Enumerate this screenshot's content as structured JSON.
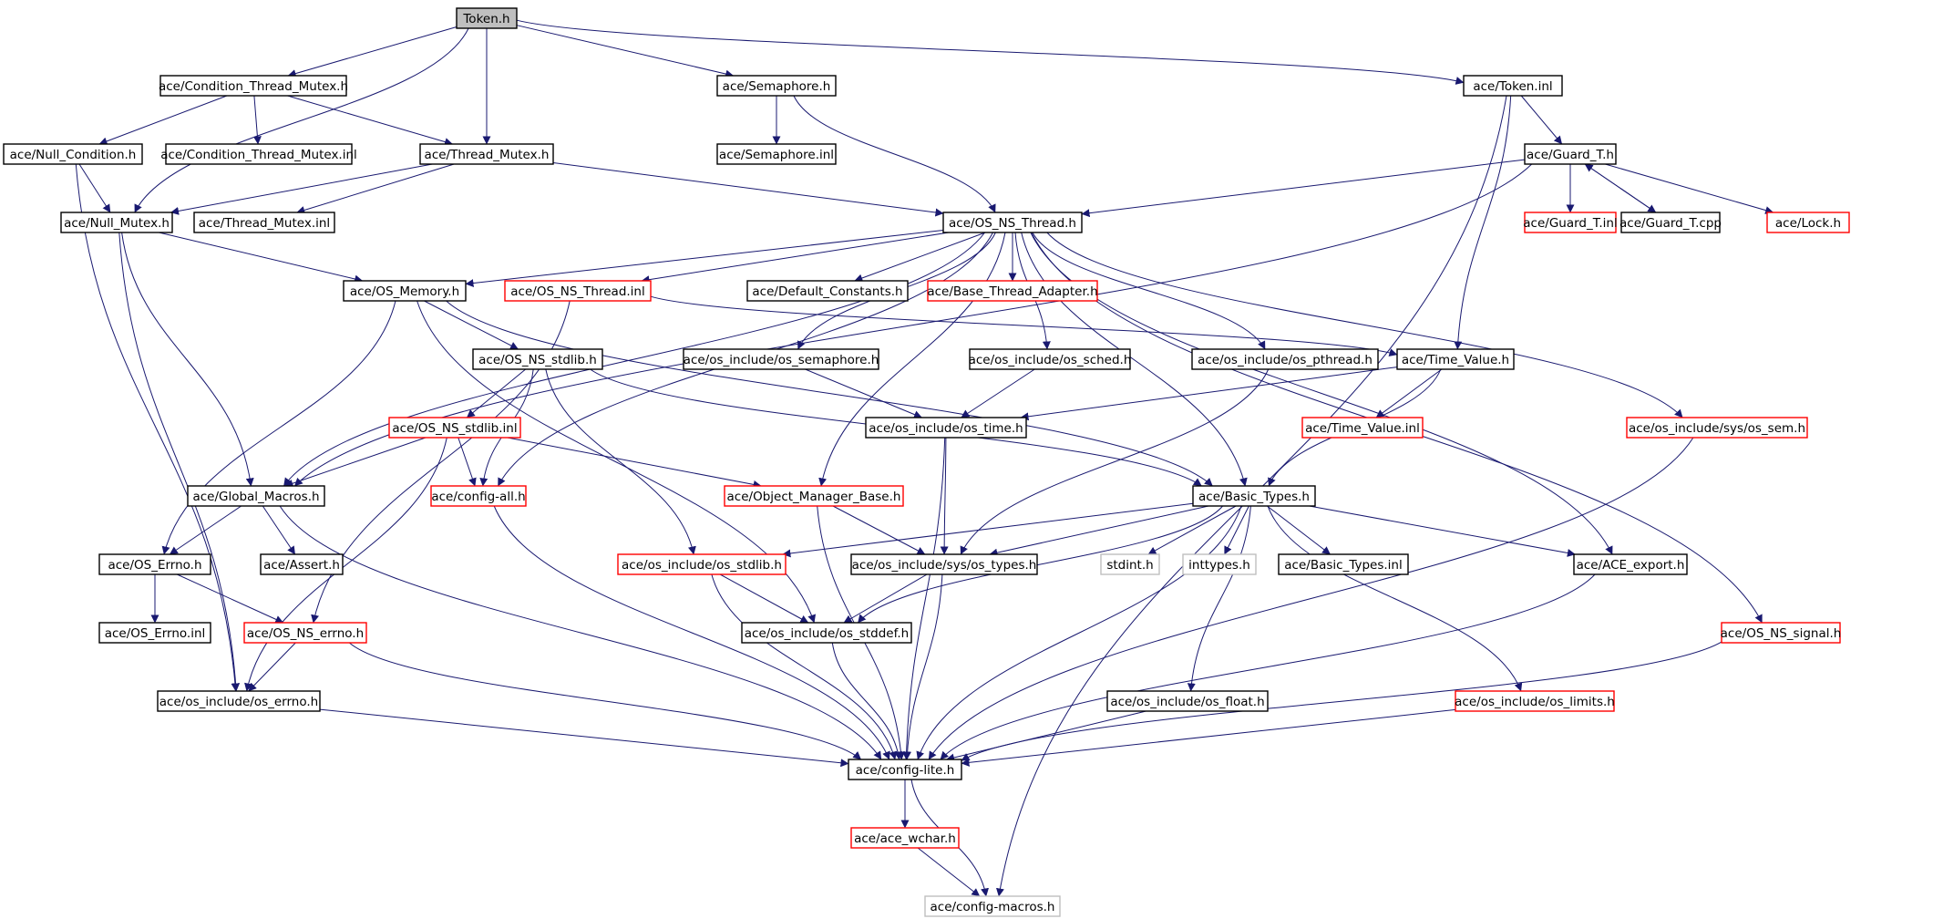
{
  "diagram": {
    "title": "",
    "colors": {
      "edge": "#191970",
      "root_fill": "#bfbfbf",
      "normal_border": "#000000",
      "red_border": "#ff0000",
      "gray_border": "#bfbfbf",
      "fill": "#ffffff"
    },
    "nodes": [
      {
        "id": "token_h",
        "label": "Token.h",
        "style": "root"
      },
      {
        "id": "cond_thread_mutex_h",
        "label": "ace/Condition_Thread_Mutex.h",
        "style": "normal"
      },
      {
        "id": "semaphore_h",
        "label": "ace/Semaphore.h",
        "style": "normal"
      },
      {
        "id": "token_inl",
        "label": "ace/Token.inl",
        "style": "normal"
      },
      {
        "id": "null_condition_h",
        "label": "ace/Null_Condition.h",
        "style": "normal"
      },
      {
        "id": "cond_thread_mutex_inl",
        "label": "ace/Condition_Thread_Mutex.inl",
        "style": "normal"
      },
      {
        "id": "thread_mutex_h",
        "label": "ace/Thread_Mutex.h",
        "style": "normal"
      },
      {
        "id": "semaphore_inl",
        "label": "ace/Semaphore.inl",
        "style": "normal"
      },
      {
        "id": "guard_t_h",
        "label": "ace/Guard_T.h",
        "style": "normal"
      },
      {
        "id": "null_mutex_h",
        "label": "ace/Null_Mutex.h",
        "style": "normal"
      },
      {
        "id": "thread_mutex_inl",
        "label": "ace/Thread_Mutex.inl",
        "style": "normal"
      },
      {
        "id": "os_ns_thread_h",
        "label": "ace/OS_NS_Thread.h",
        "style": "normal"
      },
      {
        "id": "guard_t_inl",
        "label": "ace/Guard_T.inl",
        "style": "red"
      },
      {
        "id": "guard_t_cpp",
        "label": "ace/Guard_T.cpp",
        "style": "normal"
      },
      {
        "id": "lock_h",
        "label": "ace/Lock.h",
        "style": "red"
      },
      {
        "id": "os_memory_h",
        "label": "ace/OS_Memory.h",
        "style": "normal"
      },
      {
        "id": "os_ns_thread_inl",
        "label": "ace/OS_NS_Thread.inl",
        "style": "red"
      },
      {
        "id": "default_constants_h",
        "label": "ace/Default_Constants.h",
        "style": "normal"
      },
      {
        "id": "base_thread_adapter_h",
        "label": "ace/Base_Thread_Adapter.h",
        "style": "red"
      },
      {
        "id": "os_ns_stdlib_h",
        "label": "ace/OS_NS_stdlib.h",
        "style": "normal"
      },
      {
        "id": "os_semaphore_h",
        "label": "ace/os_include/os_semaphore.h",
        "style": "normal"
      },
      {
        "id": "os_sched_h",
        "label": "ace/os_include/os_sched.h",
        "style": "normal"
      },
      {
        "id": "os_pthread_h",
        "label": "ace/os_include/os_pthread.h",
        "style": "normal"
      },
      {
        "id": "time_value_h",
        "label": "ace/Time_Value.h",
        "style": "normal"
      },
      {
        "id": "os_ns_stdlib_inl",
        "label": "ace/OS_NS_stdlib.inl",
        "style": "red"
      },
      {
        "id": "os_time_h",
        "label": "ace/os_include/os_time.h",
        "style": "normal"
      },
      {
        "id": "time_value_inl",
        "label": "ace/Time_Value.inl",
        "style": "red"
      },
      {
        "id": "sys_os_sem_h",
        "label": "ace/os_include/sys/os_sem.h",
        "style": "red"
      },
      {
        "id": "global_macros_h",
        "label": "ace/Global_Macros.h",
        "style": "normal"
      },
      {
        "id": "config_all_h",
        "label": "ace/config-all.h",
        "style": "red"
      },
      {
        "id": "object_manager_base_h",
        "label": "ace/Object_Manager_Base.h",
        "style": "red"
      },
      {
        "id": "basic_types_h",
        "label": "ace/Basic_Types.h",
        "style": "normal"
      },
      {
        "id": "os_errno_h",
        "label": "ace/OS_Errno.h",
        "style": "normal"
      },
      {
        "id": "assert_h",
        "label": "ace/Assert.h",
        "style": "normal"
      },
      {
        "id": "os_stdlib_h",
        "label": "ace/os_include/os_stdlib.h",
        "style": "red"
      },
      {
        "id": "sys_os_types_h",
        "label": "ace/os_include/sys/os_types.h",
        "style": "normal"
      },
      {
        "id": "stdint_h",
        "label": "stdint.h",
        "style": "gray"
      },
      {
        "id": "inttypes_h",
        "label": "inttypes.h",
        "style": "gray"
      },
      {
        "id": "basic_types_inl",
        "label": "ace/Basic_Types.inl",
        "style": "normal"
      },
      {
        "id": "ace_export_h",
        "label": "ace/ACE_export.h",
        "style": "normal"
      },
      {
        "id": "os_errno_inl",
        "label": "ace/OS_Errno.inl",
        "style": "normal"
      },
      {
        "id": "os_ns_errno_h",
        "label": "ace/OS_NS_errno.h",
        "style": "red"
      },
      {
        "id": "os_stddef_h",
        "label": "ace/os_include/os_stddef.h",
        "style": "normal"
      },
      {
        "id": "os_ns_signal_h",
        "label": "ace/OS_NS_signal.h",
        "style": "red"
      },
      {
        "id": "os_include_errno_h",
        "label": "ace/os_include/os_errno.h",
        "style": "normal"
      },
      {
        "id": "os_float_h",
        "label": "ace/os_include/os_float.h",
        "style": "normal"
      },
      {
        "id": "os_limits_h",
        "label": "ace/os_include/os_limits.h",
        "style": "red"
      },
      {
        "id": "config_lite_h",
        "label": "ace/config-lite.h",
        "style": "normal"
      },
      {
        "id": "ace_wchar_h",
        "label": "ace/ace_wchar.h",
        "style": "red"
      },
      {
        "id": "config_macros_h",
        "label": "ace/config-macros.h",
        "style": "gray"
      }
    ],
    "edges": [
      [
        "token_h",
        "cond_thread_mutex_h"
      ],
      [
        "token_h",
        "semaphore_h"
      ],
      [
        "token_h",
        "token_inl"
      ],
      [
        "token_h",
        "thread_mutex_h"
      ],
      [
        "token_h",
        "null_mutex_h"
      ],
      [
        "cond_thread_mutex_h",
        "null_condition_h"
      ],
      [
        "cond_thread_mutex_h",
        "cond_thread_mutex_inl"
      ],
      [
        "cond_thread_mutex_h",
        "thread_mutex_h"
      ],
      [
        "semaphore_h",
        "semaphore_inl"
      ],
      [
        "semaphore_h",
        "os_ns_thread_h"
      ],
      [
        "token_inl",
        "guard_t_h"
      ],
      [
        "token_inl",
        "time_value_h"
      ],
      [
        "token_inl",
        "config_macros_h"
      ],
      [
        "null_condition_h",
        "null_mutex_h"
      ],
      [
        "null_condition_h",
        "os_include_errno_h"
      ],
      [
        "thread_mutex_h",
        "thread_mutex_inl"
      ],
      [
        "thread_mutex_h",
        "null_mutex_h"
      ],
      [
        "thread_mutex_h",
        "os_ns_thread_h"
      ],
      [
        "guard_t_h",
        "os_ns_thread_h"
      ],
      [
        "guard_t_h",
        "guard_t_inl"
      ],
      [
        "guard_t_h",
        "guard_t_cpp"
      ],
      [
        "guard_t_h",
        "lock_h"
      ],
      [
        "guard_t_h",
        "global_macros_h"
      ],
      [
        "guard_t_cpp",
        "guard_t_h"
      ],
      [
        "null_mutex_h",
        "os_memory_h"
      ],
      [
        "null_mutex_h",
        "global_macros_h"
      ],
      [
        "null_mutex_h",
        "os_include_errno_h"
      ],
      [
        "os_ns_thread_h",
        "os_memory_h"
      ],
      [
        "os_ns_thread_h",
        "os_ns_thread_inl"
      ],
      [
        "os_ns_thread_h",
        "default_constants_h"
      ],
      [
        "os_ns_thread_h",
        "base_thread_adapter_h"
      ],
      [
        "os_ns_thread_h",
        "os_semaphore_h"
      ],
      [
        "os_ns_thread_h",
        "os_sched_h"
      ],
      [
        "os_ns_thread_h",
        "os_pthread_h"
      ],
      [
        "os_ns_thread_h",
        "sys_os_sem_h"
      ],
      [
        "os_ns_thread_h",
        "os_ns_signal_h"
      ],
      [
        "os_ns_thread_h",
        "ace_export_h"
      ],
      [
        "os_ns_thread_h",
        "basic_types_h"
      ],
      [
        "os_ns_thread_h",
        "object_manager_base_h"
      ],
      [
        "os_ns_thread_h",
        "config_all_h"
      ],
      [
        "os_ns_thread_h",
        "global_macros_h"
      ],
      [
        "os_memory_h",
        "os_ns_stdlib_h"
      ],
      [
        "os_memory_h",
        "os_errno_h"
      ],
      [
        "os_memory_h",
        "basic_types_h"
      ],
      [
        "os_memory_h",
        "os_stddef_h"
      ],
      [
        "os_ns_thread_inl",
        "time_value_h"
      ],
      [
        "os_ns_thread_inl",
        "os_ns_errno_h"
      ],
      [
        "os_ns_stdlib_h",
        "os_ns_stdlib_inl"
      ],
      [
        "os_ns_stdlib_h",
        "config_all_h"
      ],
      [
        "os_ns_stdlib_h",
        "os_stdlib_h"
      ],
      [
        "os_ns_stdlib_h",
        "basic_types_h"
      ],
      [
        "os_semaphore_h",
        "os_time_h"
      ],
      [
        "os_sched_h",
        "os_time_h"
      ],
      [
        "os_pthread_h",
        "sys_os_types_h"
      ],
      [
        "time_value_h",
        "os_time_h"
      ],
      [
        "time_value_h",
        "time_value_inl"
      ],
      [
        "time_value_h",
        "basic_types_h"
      ],
      [
        "os_ns_stdlib_inl",
        "global_macros_h"
      ],
      [
        "os_ns_stdlib_inl",
        "config_all_h"
      ],
      [
        "os_ns_stdlib_inl",
        "object_manager_base_h"
      ],
      [
        "os_ns_stdlib_inl",
        "os_include_errno_h"
      ],
      [
        "os_time_h",
        "sys_os_types_h"
      ],
      [
        "os_time_h",
        "config_lite_h"
      ],
      [
        "sys_os_sem_h",
        "config_lite_h"
      ],
      [
        "global_macros_h",
        "os_errno_h"
      ],
      [
        "global_macros_h",
        "assert_h"
      ],
      [
        "global_macros_h",
        "config_lite_h"
      ],
      [
        "config_all_h",
        "config_lite_h"
      ],
      [
        "object_manager_base_h",
        "sys_os_types_h"
      ],
      [
        "object_manager_base_h",
        "config_lite_h"
      ],
      [
        "basic_types_h",
        "os_stdlib_h"
      ],
      [
        "basic_types_h",
        "sys_os_types_h"
      ],
      [
        "basic_types_h",
        "stdint_h"
      ],
      [
        "basic_types_h",
        "inttypes_h"
      ],
      [
        "basic_types_h",
        "basic_types_inl"
      ],
      [
        "basic_types_h",
        "ace_export_h"
      ],
      [
        "basic_types_h",
        "os_stddef_h"
      ],
      [
        "basic_types_h",
        "os_float_h"
      ],
      [
        "basic_types_h",
        "os_limits_h"
      ],
      [
        "basic_types_h",
        "config_lite_h"
      ],
      [
        "os_errno_h",
        "os_errno_inl"
      ],
      [
        "os_errno_h",
        "os_ns_errno_h"
      ],
      [
        "os_stdlib_h",
        "os_stddef_h"
      ],
      [
        "os_stdlib_h",
        "config_lite_h"
      ],
      [
        "sys_os_types_h",
        "os_stddef_h"
      ],
      [
        "sys_os_types_h",
        "config_lite_h"
      ],
      [
        "ace_export_h",
        "config_lite_h"
      ],
      [
        "os_ns_errno_h",
        "os_include_errno_h"
      ],
      [
        "os_ns_errno_h",
        "config_lite_h"
      ],
      [
        "os_stddef_h",
        "config_lite_h"
      ],
      [
        "os_ns_signal_h",
        "config_lite_h"
      ],
      [
        "os_include_errno_h",
        "config_lite_h"
      ],
      [
        "os_float_h",
        "config_lite_h"
      ],
      [
        "os_limits_h",
        "config_lite_h"
      ],
      [
        "config_lite_h",
        "ace_wchar_h"
      ],
      [
        "config_lite_h",
        "config_macros_h"
      ],
      [
        "ace_wchar_h",
        "config_macros_h"
      ]
    ]
  }
}
